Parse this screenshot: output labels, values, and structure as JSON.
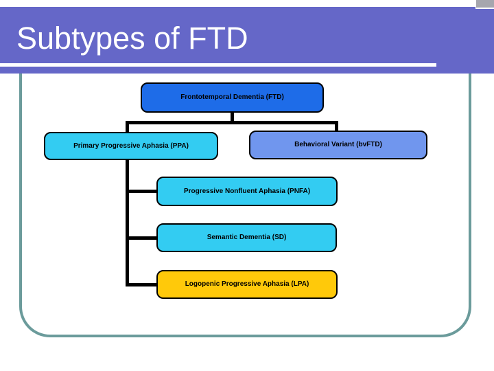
{
  "header": {
    "title": "Subtypes of FTD",
    "background_color": "#6567C8",
    "title_color": "#FFFFFF",
    "corner_tab_color": "#A6A6AE"
  },
  "panel": {
    "border_color": "#6B9B9B"
  },
  "diagram": {
    "type": "hierarchy",
    "connector_color": "#000000",
    "node_border_color": "#000000",
    "nodes": {
      "root": {
        "label": "Frontotemporal Dementia (FTD)",
        "fill": "#1E6CE8"
      },
      "ppa": {
        "label": "Primary Progressive Aphasia (PPA)",
        "fill": "#33CCF2"
      },
      "bvftd": {
        "label": "Behavioral Variant (bvFTD)",
        "fill": "#7096EE"
      },
      "pnfa": {
        "label": "Progressive Nonfluent Aphasia (PNFA)",
        "fill": "#33CCF2"
      },
      "sd": {
        "label": "Semantic Dementia (SD)",
        "fill": "#33CCF2"
      },
      "lpa": {
        "label": "Logopenic Progressive Aphasia (LPA)",
        "fill": "#FFC90A"
      }
    },
    "edges": [
      [
        "root",
        "ppa"
      ],
      [
        "root",
        "bvftd"
      ],
      [
        "ppa",
        "pnfa"
      ],
      [
        "ppa",
        "sd"
      ],
      [
        "ppa",
        "lpa"
      ]
    ]
  }
}
